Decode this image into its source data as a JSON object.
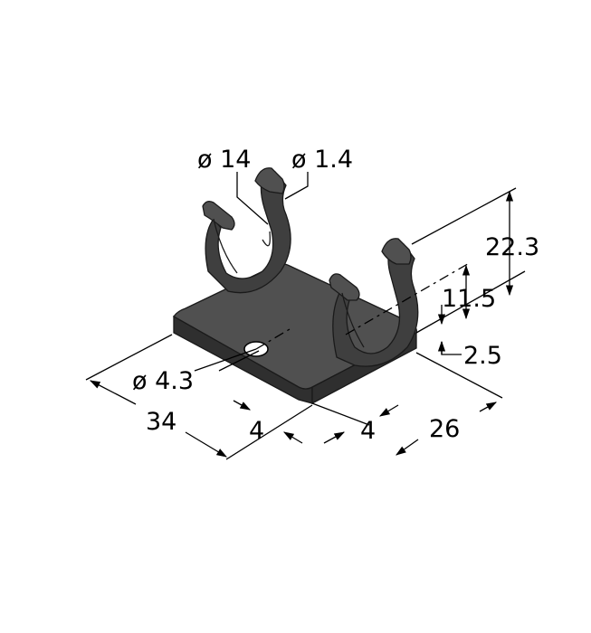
{
  "drawing": {
    "dimensions": {
      "clip_inner_diameter": "ø 14",
      "pin_hole_diameter": "ø 1.4",
      "height_total": "22.3",
      "height_clip_axis": "11.5",
      "base_thickness": "2.5",
      "mount_hole_diameter": "ø 4.3",
      "length": "34",
      "hole_offset_left": "4",
      "hole_offset_right": "4",
      "width": "26"
    }
  }
}
